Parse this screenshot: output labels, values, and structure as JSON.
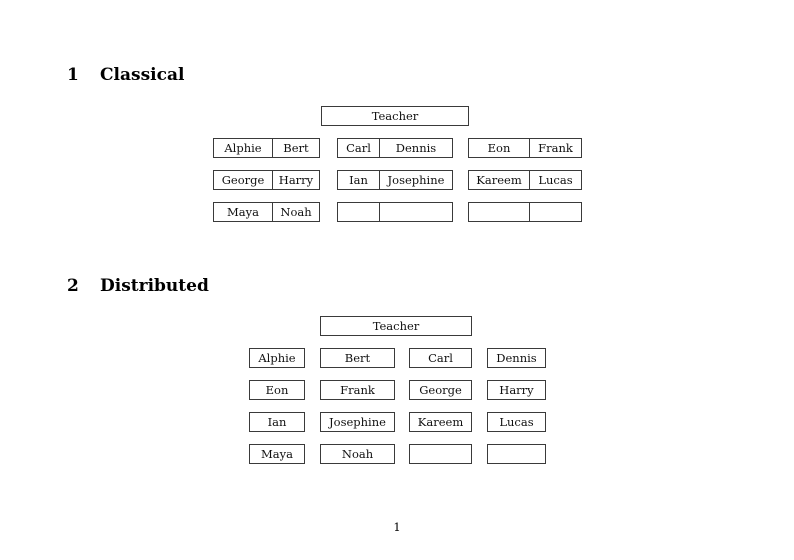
{
  "document": {
    "page_number": "1",
    "teacher_label": "Teacher"
  },
  "sections": [
    {
      "number": "1",
      "title": "Classical",
      "teacher": "Teacher",
      "groups": [
        {
          "name": "group-left",
          "rows": [
            [
              "Alphie",
              "Bert"
            ],
            [
              "George",
              "Harry"
            ],
            [
              "Maya",
              "Noah"
            ]
          ]
        },
        {
          "name": "group-middle",
          "rows": [
            [
              "Carl",
              "Dennis"
            ],
            [
              "Ian",
              "Josephine"
            ],
            [
              "",
              ""
            ]
          ]
        },
        {
          "name": "group-right",
          "rows": [
            [
              "Eon",
              "Frank"
            ],
            [
              "Kareem",
              "Lucas"
            ],
            [
              "",
              ""
            ]
          ]
        }
      ]
    },
    {
      "number": "2",
      "title": "Distributed",
      "teacher": "Teacher",
      "rows": [
        [
          "Alphie",
          "Bert",
          "Carl",
          "Dennis"
        ],
        [
          "Eon",
          "Frank",
          "George",
          "Harry"
        ],
        [
          "Ian",
          "Josephine",
          "Kareem",
          "Lucas"
        ],
        [
          "Maya",
          "Noah",
          "",
          ""
        ]
      ]
    }
  ]
}
